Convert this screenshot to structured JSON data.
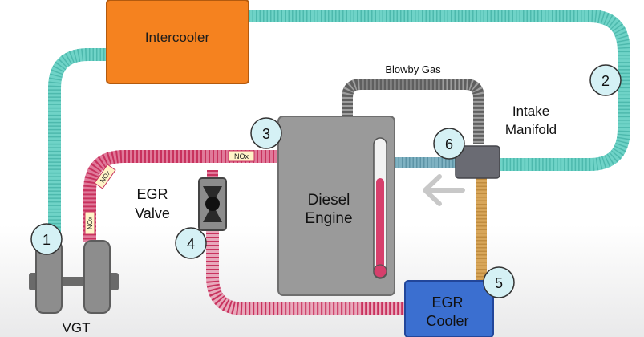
{
  "labels": {
    "intercooler": "Intercooler",
    "blowby_gas": "Blowby Gas",
    "intake_manifold_line1": "Intake",
    "intake_manifold_line2": "Manifold",
    "egr_valve_line1": "EGR",
    "egr_valve_line2": "Valve",
    "diesel_engine_line1": "Diesel",
    "diesel_engine_line2": "Engine",
    "egr_cooler_line1": "EGR",
    "egr_cooler_line2": "Cooler",
    "vgt": "VGT",
    "nox": "NOx"
  },
  "markers": [
    "1",
    "2",
    "3",
    "4",
    "5",
    "6"
  ],
  "colors": {
    "fresh_air": "#6fd3c7",
    "exhaust": "#d63f6c",
    "blowby": "#6b6b6b",
    "egr_cooled": "#d8a65a",
    "intercooler": "#f5821f",
    "egr_cooler": "#3b6fd0",
    "engine": "#9a9a9a",
    "marker_fill": "#d5f1f5"
  },
  "icons": {
    "flow_arrow": "left-arrow-icon",
    "egr_valve": "valve-icon",
    "thermometer": "thermometer-icon"
  }
}
